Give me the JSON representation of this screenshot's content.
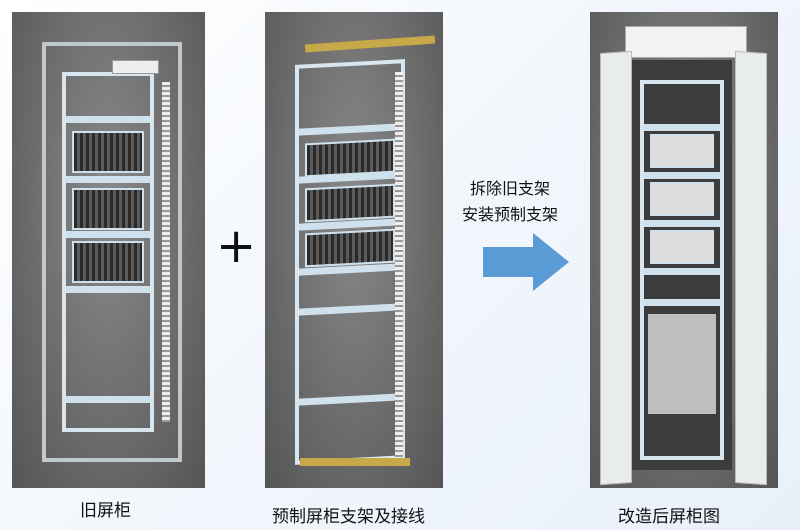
{
  "panels": [
    {
      "caption": "旧屏柜"
    },
    {
      "caption": "预制屏柜支架及接线"
    },
    {
      "caption": "改造后屏柜图"
    }
  ],
  "operator": "+",
  "transition": {
    "line1": "拆除旧支架",
    "line2": "安装预制支架",
    "arrow_color": "#5b9bd5"
  }
}
